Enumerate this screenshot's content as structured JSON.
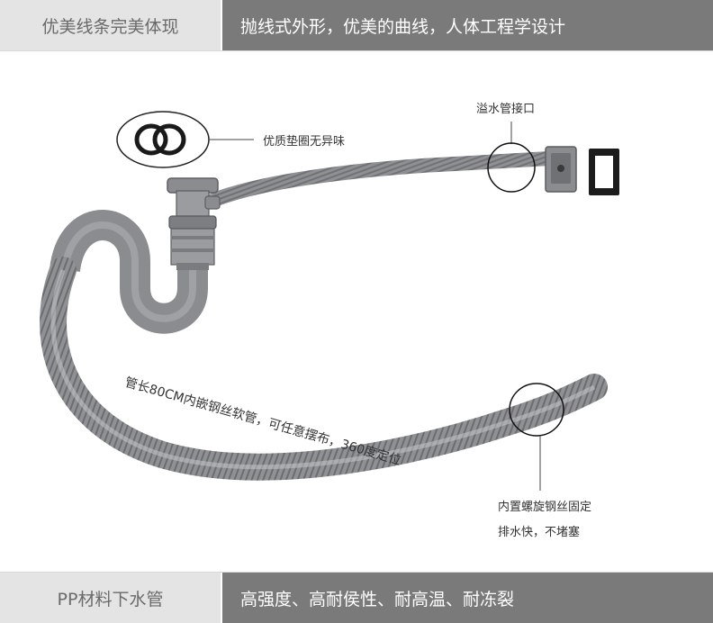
{
  "header": {
    "left_label": "优美线条完美体现",
    "right_label": "抛线式外形，优美的曲线，人体工程学设计"
  },
  "callouts": {
    "gasket": "优质垫圈无异味",
    "overflow": "溢水管接口",
    "hose": "管长80CM内嵌钢丝软管，可任意摆布，360度定位",
    "spiral_line1": "内置螺旋钢丝固定",
    "spiral_line2": "排水快，不堵塞"
  },
  "footer": {
    "left_label": "PP材料下水管",
    "right_label": "高强度、高耐侯性、耐高温、耐冻裂"
  },
  "colors": {
    "pipe": "#8a8c90",
    "pipe_dark": "#5f6165",
    "bar_dark": "#7a7a7a",
    "bar_light": "#e4e4e4"
  }
}
